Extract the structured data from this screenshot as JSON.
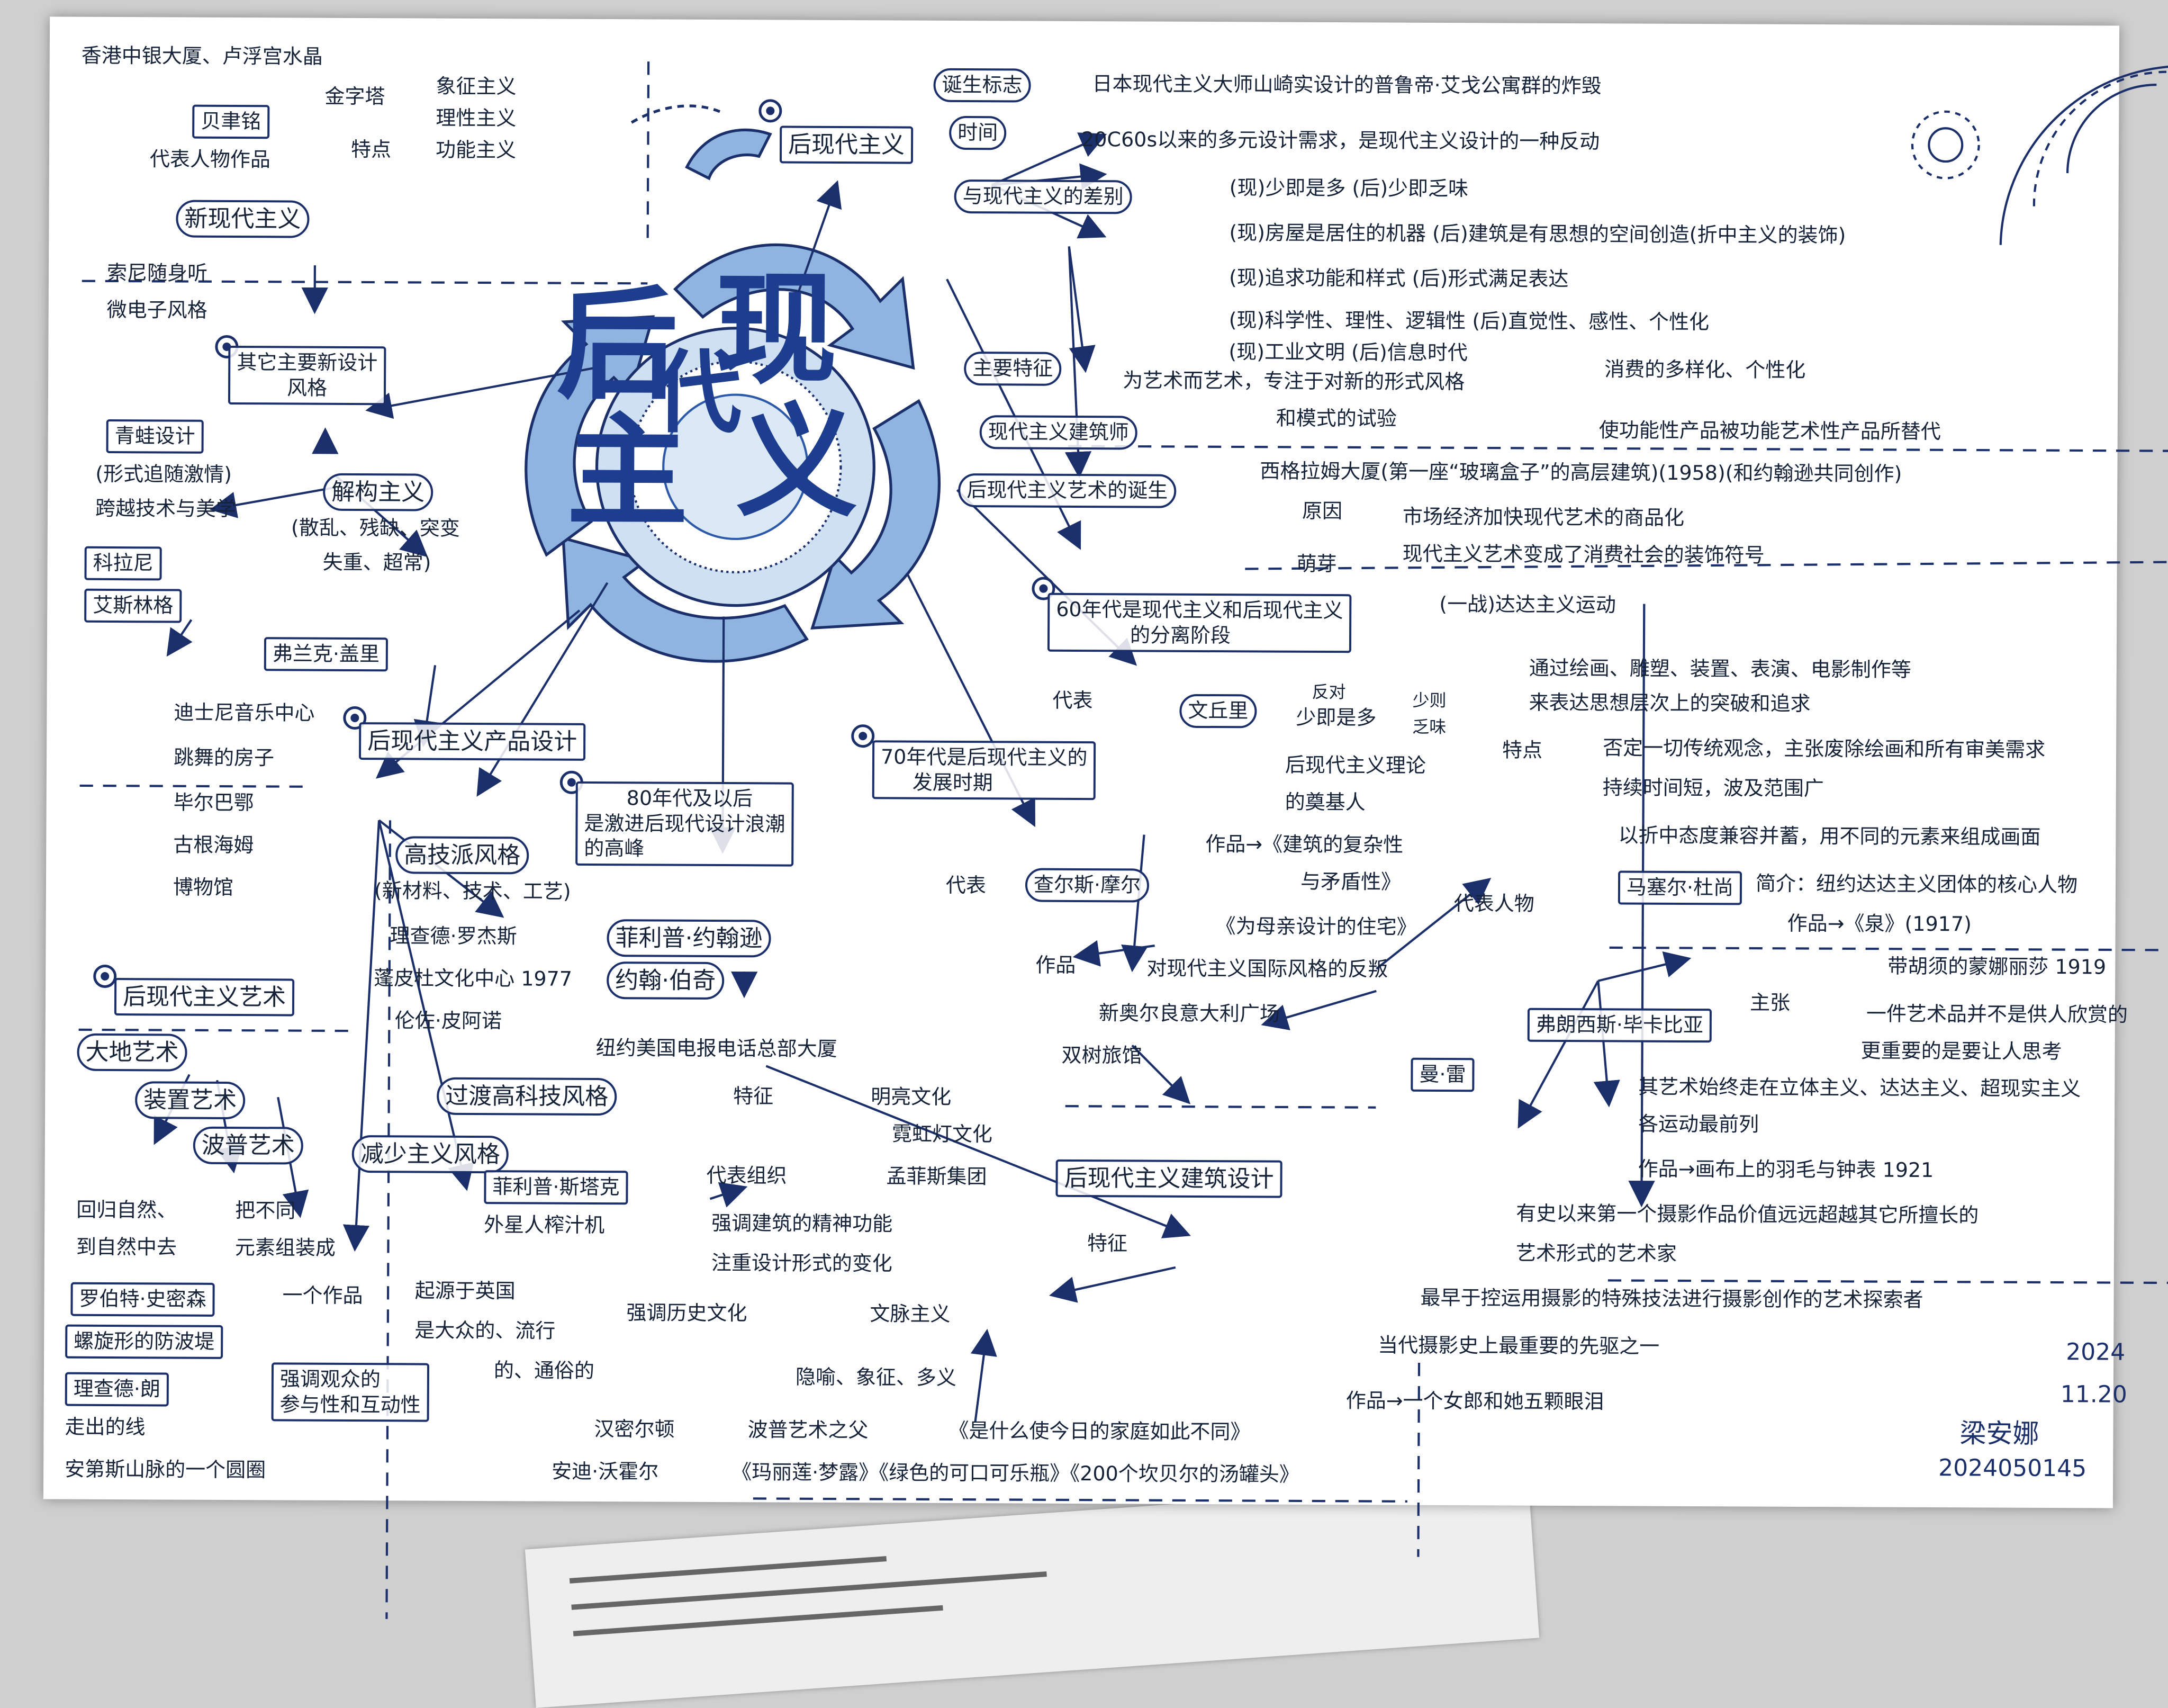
{
  "title_chars": [
    "后",
    "现",
    "代",
    "主",
    "义"
  ],
  "colors": {
    "ink": "#1b2f6b",
    "blue": "#8fb4e0",
    "pale": "#cfe0f3",
    "deep": "#2c5aa8"
  },
  "left": {
    "t1": "香港中银大厦、卢浮宫水晶",
    "t2": "金字塔",
    "bei": "贝聿铭",
    "daibiao": "代表人物作品",
    "tedian": "特点",
    "xiangzheng": "象征主义",
    "lixing": "理性主义",
    "gongneng": "功能主义",
    "xinxiandai": "新现代主义",
    "suoni1": "索尼随身听",
    "suoni2": "微电子风格",
    "qita1": "其它主要新设计",
    "qita2": "风格",
    "qingwa": "青蛙设计",
    "qingwa_a": "(形式追随激情)",
    "qingwa_b": "跨越技术与美学",
    "kelani": "科拉尼",
    "aisi": "艾斯林格",
    "jiegou": "解构主义",
    "jiegou_a": "(散乱、残缺、突变",
    "jiegou_b": "失重、超常)",
    "gaili": "弗兰克·盖里",
    "dishini": "迪士尼音乐中心",
    "tiaowu": "跳舞的房子",
    "bierbao": "毕尔巴鄂",
    "gugenhan": "古根海姆",
    "bowuguan": "博物馆"
  },
  "prod": {
    "title": "后现代主义产品设计",
    "gaoji": "高技派风格",
    "gaoji_a": "(新材料、技术、工艺)",
    "luojie": "理查德·罗杰斯",
    "pengbi": "蓬皮杜文化中心 1977",
    "rensuo": "伦佐·皮阿诺",
    "chaoshi": "过渡高科技风格",
    "jianshao": "减少主义风格",
    "feili_s": "菲利普·斯塔克",
    "waixing": "外星人榨汁机"
  },
  "art": {
    "title": "后现代主义艺术",
    "dadi": "大地艺术",
    "zhuangzhi": "装置艺术",
    "bopu": "波普艺术",
    "huigui1": "回归自然、",
    "huigui2": "到自然中去",
    "ba1": "把不同",
    "ba2": "元素组装成",
    "yige": "一个作品",
    "luobote": "罗伯特·史密森",
    "luoxuan": "螺旋形的防波堤",
    "lizhade": "理查德·朗",
    "zouchu": "走出的线",
    "anden": "安第斯山脉的一个圆圈",
    "qiyuan1": "起源于英国",
    "qiyuan2": "是大众的、流行",
    "qiyuan3": "的、通俗的",
    "qiangdiao1": "强调观众的",
    "qiangdiao2": "参与性和互动性",
    "hamiteng": "汉密尔顿",
    "bopu_fu": "波普艺术之父",
    "hami_work": "《是什么使今日的家庭如此不同》",
    "andi": "安迪·沃霍尔",
    "andi_works": "《玛丽莲·梦露》《绿色的可口可乐瓶》《200个坎贝尔的汤罐头》"
  },
  "center": {
    "y80_1": "80年代及以后",
    "y80_2": "是激进后现代设计浪潮",
    "y80_3": "的高峰",
    "feili_j": "菲利普·约翰逊",
    "yuehan": "约翰·伯奇",
    "niuyue": "纽约美国电报电话总部大厦",
    "y70_1": "70年代是后现代主义的",
    "y70_2": "发展时期",
    "daibiao": "代表",
    "moer": "查尔斯·摩尔",
    "zuopin": "作品",
    "xinaoer": "新奥尔良意大利广场",
    "shuangshu": "双树旅馆",
    "mintai1": "孟菲斯集团",
    "tezheng_lbl": "特征",
    "minghong": "明亮文化",
    "nihong": "霓虹灯文化",
    "daibiao_zz": "代表组织",
    "arch": "后现代主义建筑设计",
    "tezheng": "特征",
    "jingshen1": "强调建筑的精神功能",
    "jingshen2": "注重设计形式的变化",
    "lishi": "强调历史文化",
    "wenmai": "文脉主义",
    "yinyu": "隐喻、象征、多义"
  },
  "right": {
    "hou": "后现代主义",
    "dansheng": "诞生标志",
    "dansheng_v": "日本现代主义大师山崎实设计的普鲁帝·艾戈公寓群的炸毁",
    "shijian": "时间",
    "shijian_v": "20C60s以来的多元设计需求，是现代主义设计的一种反动",
    "chabie": "与现代主义的差别",
    "d1": "(现)少即是多  (后)少即乏味",
    "d2": "(现)房屋是居住的机器  (后)建筑是有思想的空间创造(折中主义的装饰)",
    "d3": "(现)追求功能和样式    (后)形式满足表达",
    "d4": "(现)科学性、理性、逻辑性  (后)直觉性、感性、个性化",
    "d5": "(现)工业文明   (后)信息时代",
    "xiaofei": "消费的多样化、个性化",
    "zhuyao": "主要特征",
    "zhuyao_v1": "为艺术而艺术，专注于对新的形式风格",
    "zhuyao_v2": "和模式的试验",
    "shineng": "使功能性产品被功能艺术性产品所替代",
    "jianzhushi": "现代主义建筑师",
    "xigelamu": "西格拉姆大厦(第一座“玻璃盒子”的高层建筑)(1958)(和约翰逊共同创作)",
    "art_birth": "后现代主义艺术的诞生",
    "yuanyin": "原因",
    "yuanyin_v": "市场经济加快现代艺术的商品化",
    "mengya": "萌芽",
    "mengya_v": "现代主义艺术变成了消费社会的装饰符号",
    "dada": "(一战)达达主义运动",
    "tongguo1": "通过绘画、雕塑、装置、表演、电影制作等",
    "tongguo2": "来表达思想层次上的突破和追求",
    "tedian": "特点",
    "tedian1": "否定一切传统观念，主张废除绘画和所有审美需求",
    "tedian2": "持续时间短，波及范围广",
    "tedian3": "以折中态度兼容并蓄，用不同的元素来组成画面",
    "daibiao_renwu": "代表人物",
    "duchamp": "马塞尔·杜尚",
    "duchamp_a": "简介：纽约达达主义团体的核心人物",
    "duchamp_b": "作品→《泉》(1917)",
    "duchamp_c": "带胡须的蒙娜丽莎 1919",
    "zhuzhang": "主张",
    "zhuzhang_v1": "一件艺术品并不是供人欣赏的",
    "zhuzhang_v2": "更重要的是要让人思考",
    "picabia": "弗朗西斯·毕卡比亚",
    "picabia_a": "其艺术始终走在立体主义、达达主义、超现实主义",
    "picabia_b": "各运动最前列",
    "picabia_c": "作品→画布上的羽毛与钟表 1921",
    "manray": "曼·雷",
    "manray_a": "有史以来第一个摄影作品价值远远超越其它所擅长的",
    "manray_b": "艺术形式的艺术家",
    "manray_c": "最早于控运用摄影的特殊技法进行摄影创作的艺术探索者",
    "manray_d": "当代摄影史上最重要的先驱之一",
    "manray_e": "作品→一个女郎和她五颗眼泪",
    "sixty1": "60年代是现代主义和后现代主义",
    "sixty2": "的分离阶段",
    "daibiao60": "代表",
    "wenqiuli": "文丘里",
    "fandui": "反对",
    "shaoji": "少即是多",
    "shaoze": "少则",
    "fawei": "乏味",
    "lilun1": "后现代主义理论",
    "lilun2": "的奠基人",
    "zuopin60a": "作品→《建筑的复杂性",
    "zuopin60b": "与矛盾性》",
    "weimuqin": "《为母亲设计的住宅》",
    "fanpan": "对现代主义国际风格的反叛"
  },
  "sig": {
    "date1": "2024",
    "date2": "11.20",
    "name": "梁安娜",
    "id": "2024050145"
  }
}
